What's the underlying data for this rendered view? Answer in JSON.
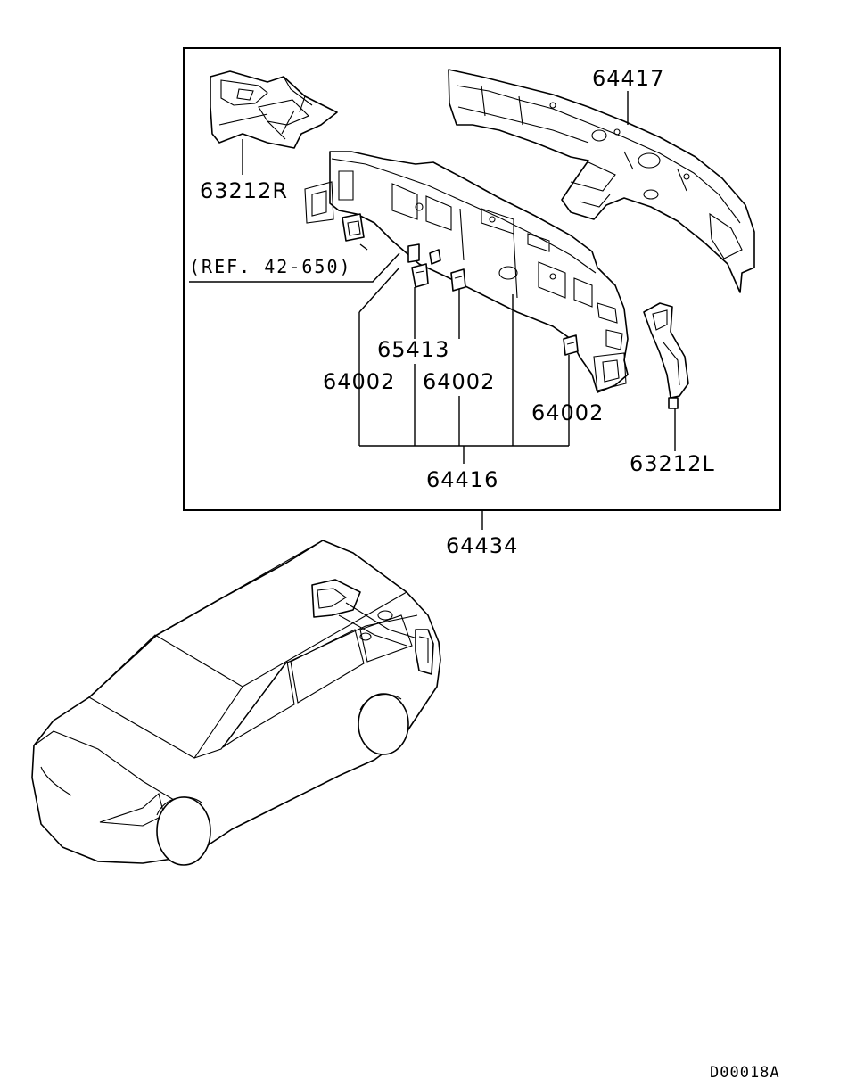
{
  "diagram": {
    "labels": {
      "p63212R": "63212R",
      "p64417": "64417",
      "ref": "(REF. 42-650)",
      "p65413": "65413",
      "p64002_a": "64002",
      "p64002_b": "64002",
      "p64002_c": "64002",
      "p64416": "64416",
      "p63212L": "63212L",
      "p64434": "64434"
    },
    "drawing_code": "D00018A"
  }
}
